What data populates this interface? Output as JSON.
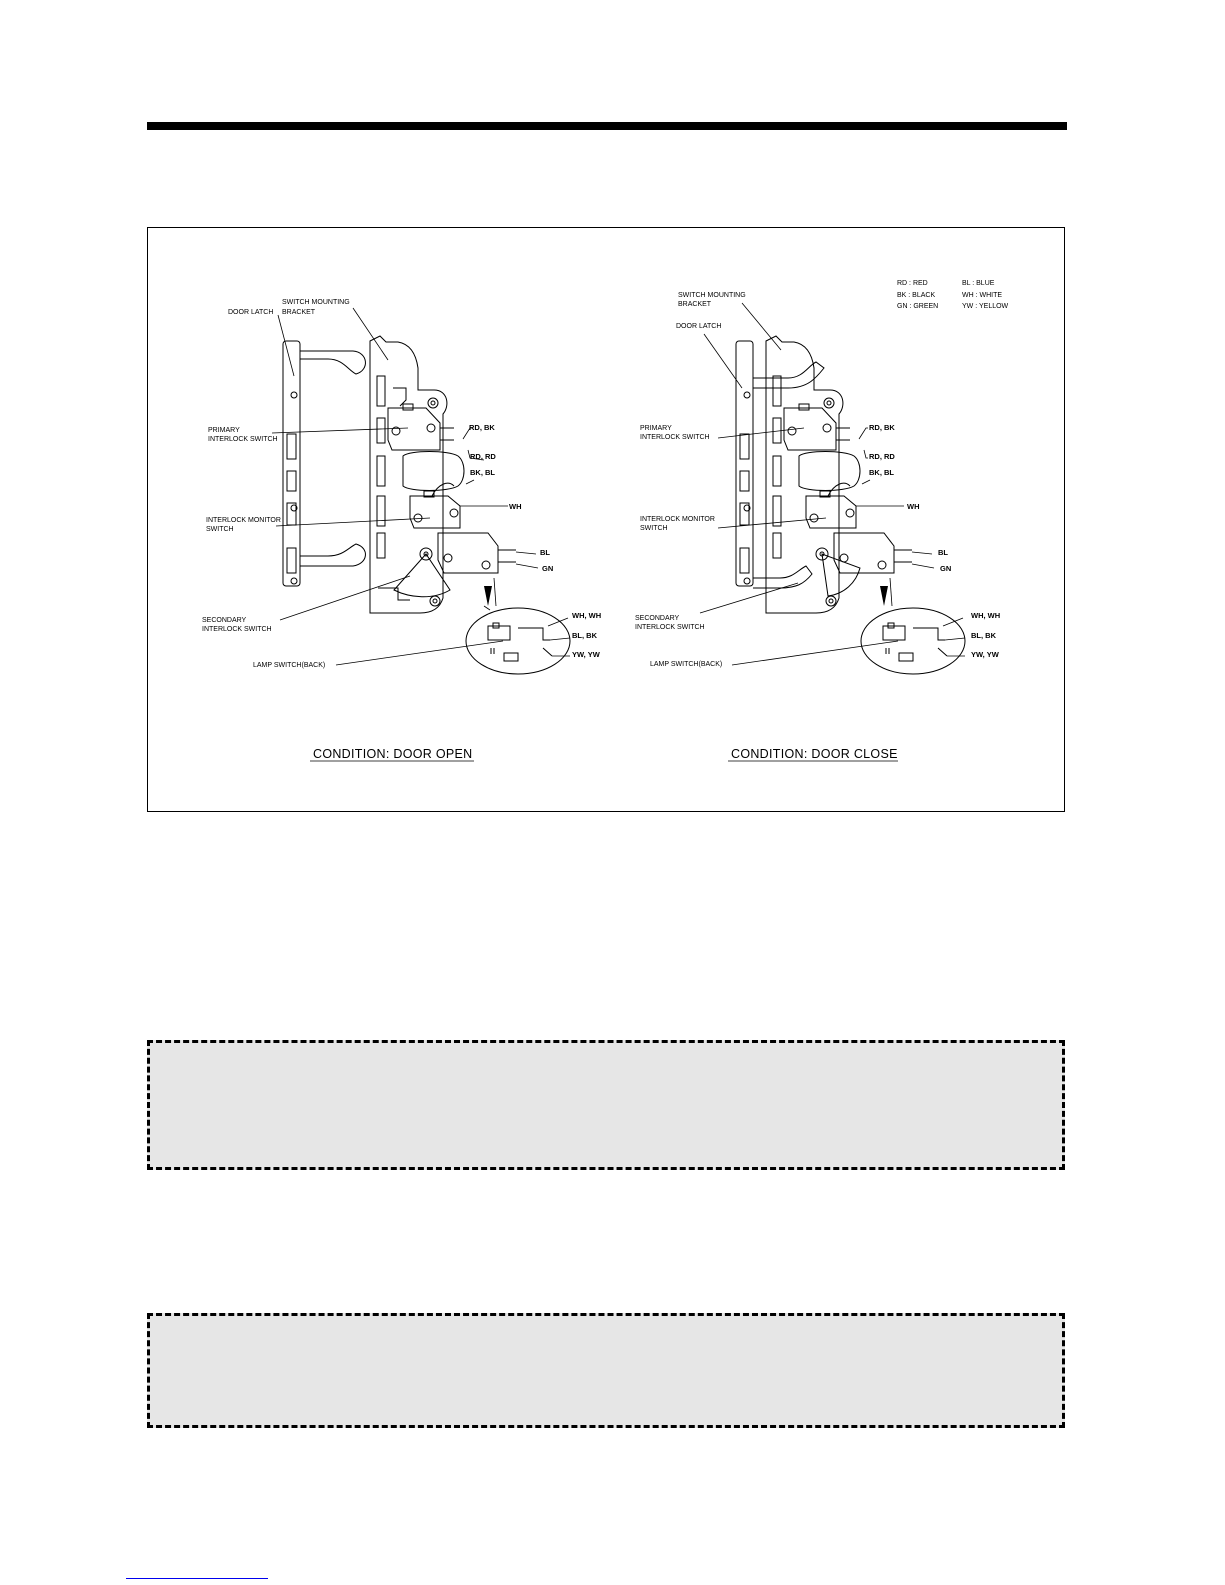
{
  "figure": {
    "legend": [
      {
        "abbr": "RD",
        "name": "RED"
      },
      {
        "abbr": "BK",
        "name": "BLACK"
      },
      {
        "abbr": "GN",
        "name": "GREEN"
      },
      {
        "abbr": "BL",
        "name": "BLUE"
      },
      {
        "abbr": "WH",
        "name": "WHITE"
      },
      {
        "abbr": "YW",
        "name": "YELLOW"
      }
    ],
    "legend_lines": {
      "rd": "RD : RED",
      "bk": "BK : BLACK",
      "gn": "GN : GREEN",
      "bl": "BL : BLUE",
      "wh": "WH : WHITE",
      "yw": "YW : YELLOW"
    },
    "panels": {
      "open": {
        "condition": "CONDITION: DOOR OPEN",
        "labels": {
          "door_latch": "DOOR LATCH",
          "switch_mounting_1": "SWITCH MOUNTING",
          "switch_mounting_2": "BRACKET",
          "primary_1": "PRIMARY",
          "primary_2": "INTERLOCK SWITCH",
          "monitor_1": "INTERLOCK MONITOR",
          "monitor_2": "SWITCH",
          "secondary_1": "SECONDARY",
          "secondary_2": "INTERLOCK SWITCH",
          "lamp": "LAMP SWITCH(BACK)"
        },
        "wires": {
          "rd_bk": "RD, BK",
          "rd_rd": "RD, RD",
          "bk_bl": "BK, BL",
          "wh": "WH",
          "bl": "BL",
          "gn": "GN",
          "wh_wh": "WH, WH",
          "bl_bk": "BL, BK",
          "yw_yw": "YW, YW"
        }
      },
      "close": {
        "condition": "CONDITION: DOOR CLOSE",
        "labels": {
          "door_latch": "DOOR LATCH",
          "switch_mounting_1": "SWITCH MOUNTING",
          "switch_mounting_2": "BRACKET",
          "primary_1": "PRIMARY",
          "primary_2": "INTERLOCK SWITCH",
          "monitor_1": "INTERLOCK MONITOR",
          "monitor_2": "SWITCH",
          "secondary_1": "SECONDARY",
          "secondary_2": "INTERLOCK SWITCH",
          "lamp": "LAMP SWITCH(BACK)"
        },
        "wires": {
          "rd_bk": "RD, BK",
          "rd_rd": "RD, RD",
          "bk_bl": "BK, BL",
          "wh": "WH",
          "bl": "BL",
          "gn": "GN",
          "wh_wh": "WH, WH",
          "bl_bk": "BL, BK",
          "yw_yw": "YW, YW"
        }
      }
    }
  },
  "colors": {
    "rule": "#000000",
    "note_background": "#e6e6e6",
    "link_underline": "#0000ee"
  }
}
